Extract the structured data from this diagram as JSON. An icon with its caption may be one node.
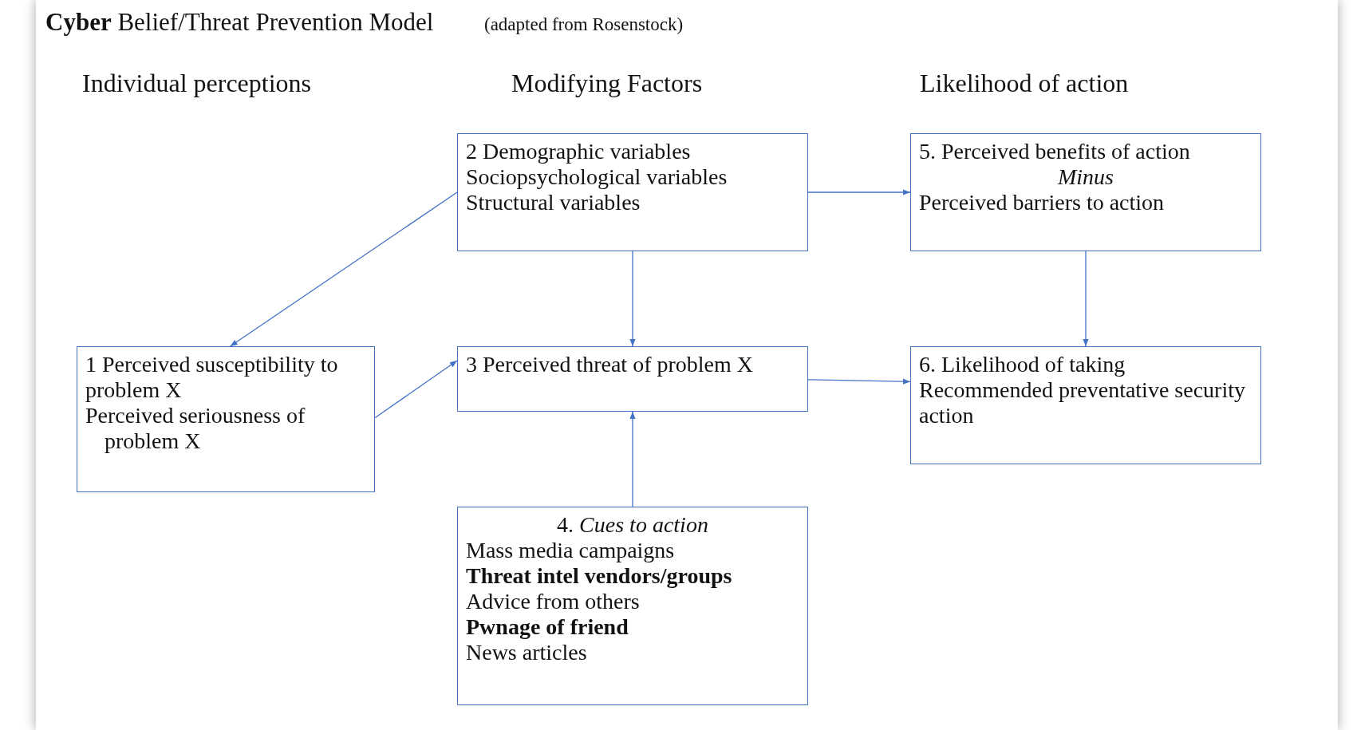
{
  "diagram": {
    "title": "**Cyber** Belief/Threat Prevention Model",
    "nodes": [
      {
        "text": [
          "1 Perceived susceptibility to problem X",
          "Perceived seriousness of problem X"
        ]
      },
      {
        "text": [
          "2 Demographic variables",
          "Sociopsychological variables",
          "Structural variables"
        ]
      },
      {
        "text": [
          "3 Perceived threat of problem X"
        ]
      },
      {
        "text": [
          "4. *Cues to action*",
          "Mass media campaigns",
          "Threat intel vendors/groups",
          "Advice from others",
          "Pwnage of friend",
          "News articles"
        ]
      },
      {
        "text": [
          "5. Perceived benefits of action",
          "Minus",
          "Perceived barriers to action"
        ]
      },
      {
        "text": [
          "6. Likelihood of taking",
          "Recommended preventative security action"
        ]
      }
    ],
    "edges": [
      {
        "from": 1,
        "to": 0,
        "arrow": "to"
      },
      {
        "from": 1,
        "to": 4,
        "arrow": "to"
      },
      {
        "from": 1,
        "to": 2,
        "arrow": "to"
      },
      {
        "from": 4,
        "to": 5,
        "arrow": "to"
      },
      {
        "from": 0,
        "to": 2,
        "arrow": "to"
      },
      {
        "from": 2,
        "to": 5,
        "arrow": "to"
      },
      {
        "from": 3,
        "to": 2,
        "arrow": "to"
      }
    ],
    "labels": [
      "(adapted from Rosenstock)",
      "Individual perceptions",
      "Modifying Factors",
      "Likelihood of action"
    ]
  }
}
